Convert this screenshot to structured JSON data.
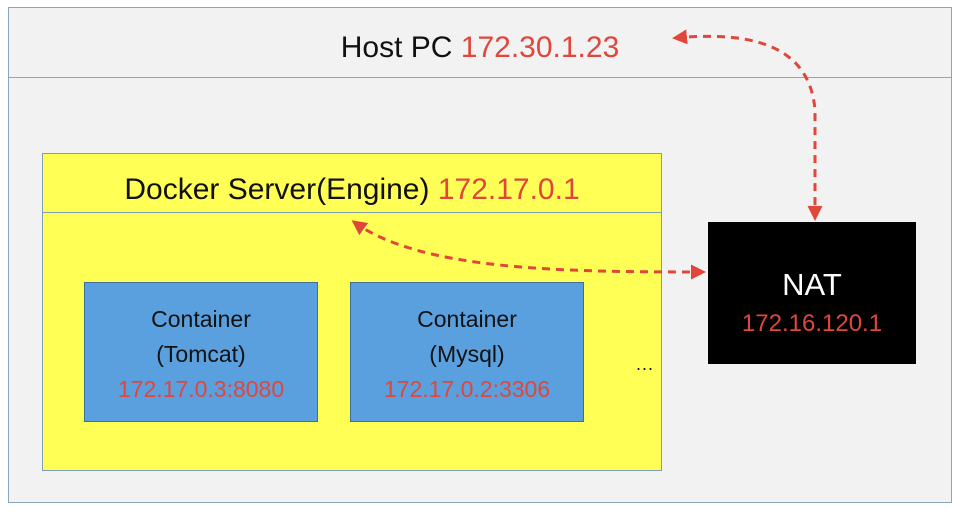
{
  "host": {
    "label": "Host PC",
    "ip": "172.30.1.23"
  },
  "docker": {
    "label": "Docker Server(Engine)",
    "ip": "172.17.0.1"
  },
  "containers": [
    {
      "title": "Container",
      "name": "(Tomcat)",
      "address": "172.17.0.3:8080"
    },
    {
      "title": "Container",
      "name": "(Mysql)",
      "address": "172.17.0.2:3306"
    }
  ],
  "more_indicator": "...",
  "nat": {
    "label": "NAT",
    "ip": "172.16.120.1"
  },
  "colors": {
    "ip_text": "#e0463a",
    "host_background": "#f2f2f2",
    "docker_background": "#ffff55",
    "container_background": "#5aa0de",
    "nat_background": "#000000",
    "arrow": "#e0463a"
  }
}
